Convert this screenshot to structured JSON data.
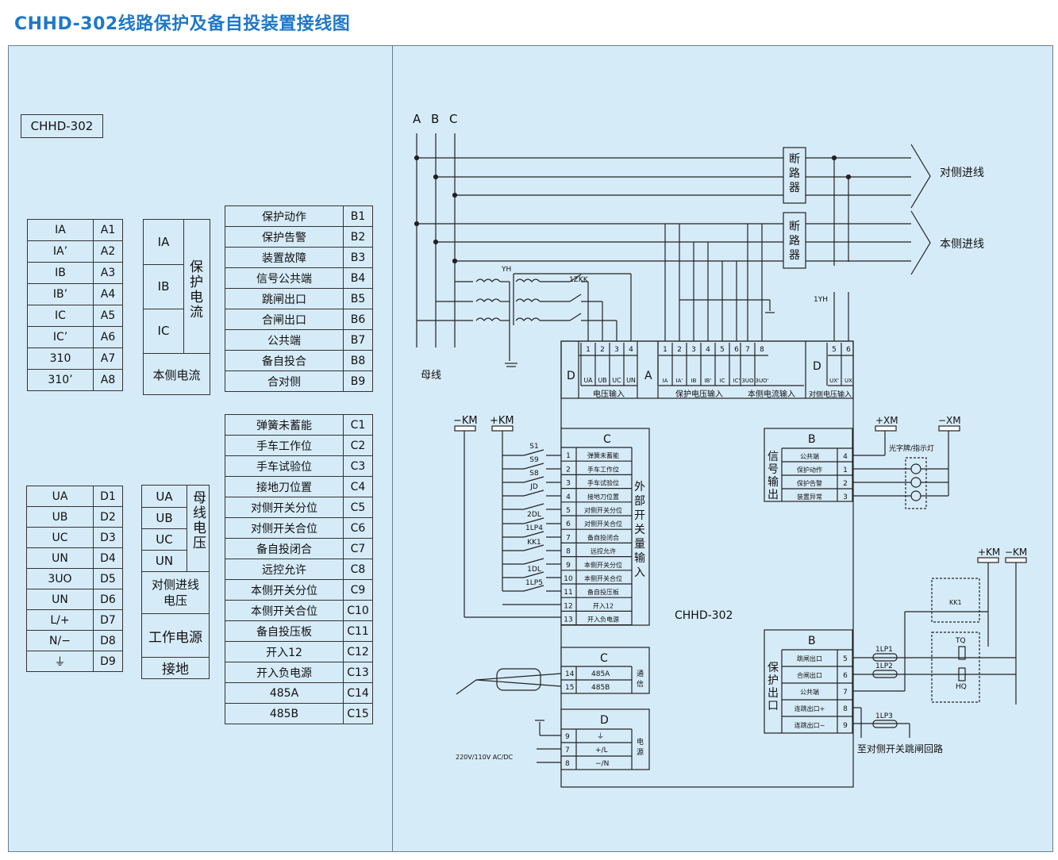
{
  "title": "CHHD-302线路保护及备自投装置接线图",
  "device_label": "CHHD-302",
  "current_table": {
    "rows": [
      {
        "name": "IA",
        "pin": "A1"
      },
      {
        "name": "IA’",
        "pin": "A2"
      },
      {
        "name": "IB",
        "pin": "A3"
      },
      {
        "name": "IB’",
        "pin": "A4"
      },
      {
        "name": "IC",
        "pin": "A5"
      },
      {
        "name": "IC’",
        "pin": "A6"
      },
      {
        "name": "310",
        "pin": "A7"
      },
      {
        "name": "310’",
        "pin": "A8"
      }
    ]
  },
  "current_groups": {
    "labels": [
      "IA",
      "IB",
      "IC"
    ],
    "side_label": "保护电流",
    "footer": "本侧电流"
  },
  "b_table": {
    "rows": [
      {
        "name": "保护动作",
        "pin": "B1"
      },
      {
        "name": "保护告警",
        "pin": "B2"
      },
      {
        "name": "装置故障",
        "pin": "B3"
      },
      {
        "name": "信号公共端",
        "pin": "B4"
      },
      {
        "name": "跳闸出口",
        "pin": "B5"
      },
      {
        "name": "合闸出口",
        "pin": "B6"
      },
      {
        "name": "公共端",
        "pin": "B7"
      },
      {
        "name": "备自投合",
        "pin": "B8"
      },
      {
        "name": "合对侧",
        "pin": "B9"
      }
    ]
  },
  "c_table": {
    "rows": [
      {
        "name": "弹簧未蓄能",
        "pin": "C1"
      },
      {
        "name": "手车工作位",
        "pin": "C2"
      },
      {
        "name": "手车试验位",
        "pin": "C3"
      },
      {
        "name": "接地刀位置",
        "pin": "C4"
      },
      {
        "name": "对侧开关分位",
        "pin": "C5"
      },
      {
        "name": "对侧开关合位",
        "pin": "C6"
      },
      {
        "name": "备自投闭合",
        "pin": "C7"
      },
      {
        "name": "远控允许",
        "pin": "C8"
      },
      {
        "name": "本侧开关分位",
        "pin": "C9"
      },
      {
        "name": "本侧开关合位",
        "pin": "C10"
      },
      {
        "name": "备自投压板",
        "pin": "C11"
      },
      {
        "name": "开入12",
        "pin": "C12"
      },
      {
        "name": "开入负电源",
        "pin": "C13"
      },
      {
        "name": "485A",
        "pin": "C14"
      },
      {
        "name": "485B",
        "pin": "C15"
      }
    ]
  },
  "d_table": {
    "rows": [
      {
        "name": "UA",
        "pin": "D1"
      },
      {
        "name": "UB",
        "pin": "D2"
      },
      {
        "name": "UC",
        "pin": "D3"
      },
      {
        "name": "UN",
        "pin": "D4"
      },
      {
        "name": "3UO",
        "pin": "D5"
      },
      {
        "name": "UN",
        "pin": "D6"
      },
      {
        "name": "L/+",
        "pin": "D7"
      },
      {
        "name": "N/−",
        "pin": "D8"
      },
      {
        "name": "⏚",
        "pin": "D9"
      }
    ]
  },
  "d_groups": {
    "bus_labels": [
      "UA",
      "UB",
      "UC",
      "UN"
    ],
    "bus_side": "母线电压",
    "opp_voltage": "对侧进线电压",
    "power": "工作电源",
    "ground": "接地"
  },
  "schematic": {
    "phases": [
      "A",
      "B",
      "C"
    ],
    "breaker": "断路器",
    "opp_line": "对侧进线",
    "this_line": "本侧进线",
    "bus": "母线",
    "yh": "YH",
    "zkk": "1ZKK",
    "yh1": "1YH",
    "term_d1": "D",
    "term_a": "A",
    "term_d2": "D",
    "volt_input": "电压输入",
    "prot_input": "保护电压输入",
    "this_current": "本侧电流输入",
    "opp_volt_input": "对侧电压输入",
    "volt_pins": [
      "1",
      "2",
      "3",
      "4"
    ],
    "volt_names": [
      "UA",
      "UB",
      "UC",
      "UN"
    ],
    "a_pins": [
      "1",
      "2",
      "3",
      "4",
      "5",
      "6",
      "7",
      "8"
    ],
    "a_names": [
      "IA",
      "IA'",
      "IB",
      "IB'",
      "IC",
      "IC'",
      "3UO",
      "3UO'"
    ],
    "d2_pins": [
      "5",
      "6"
    ],
    "d2_names": [
      "UX'",
      "UX"
    ],
    "km_minus": "−KM",
    "km_plus": "+KM",
    "c_block_title": "C",
    "c_side": "外部开关量输入",
    "c_rows": [
      {
        "pin": "1",
        "name": "弹簧未蓄能"
      },
      {
        "pin": "2",
        "name": "手车工作位"
      },
      {
        "pin": "3",
        "name": "手车试验位"
      },
      {
        "pin": "4",
        "name": "接地刀位置"
      },
      {
        "pin": "5",
        "name": "对侧开关分位"
      },
      {
        "pin": "6",
        "name": "对侧开关合位"
      },
      {
        "pin": "7",
        "name": "备自投闭合"
      },
      {
        "pin": "8",
        "name": "远控允许"
      },
      {
        "pin": "9",
        "name": "本侧开关分位"
      },
      {
        "pin": "10",
        "name": "本侧开关合位"
      },
      {
        "pin": "11",
        "name": "备自投压板"
      },
      {
        "pin": "12",
        "name": "开入12"
      },
      {
        "pin": "13",
        "name": "开入负电源"
      }
    ],
    "switch_labels": [
      "S1",
      "S9",
      "S8",
      "JD",
      "2DL",
      "1LP4",
      "KK1",
      "1DL",
      "1LP5"
    ],
    "device": "CHHD-302",
    "comm_title": "C",
    "comm_side": "通信",
    "comm_rows": [
      {
        "pin": "14",
        "name": "485A"
      },
      {
        "pin": "15",
        "name": "485B"
      }
    ],
    "power_title": "D",
    "power_side": "电源",
    "power_rows": [
      {
        "pin": "9",
        "name": "⏚"
      },
      {
        "pin": "7",
        "name": "+/L"
      },
      {
        "pin": "8",
        "name": "−/N"
      }
    ],
    "power_supply": "220V/110V AC/DC",
    "signal_title": "B",
    "signal_side": "信号输出",
    "signal_rows": [
      {
        "name": "公共端",
        "pin": "4"
      },
      {
        "name": "保护动作",
        "pin": "1"
      },
      {
        "name": "保护告警",
        "pin": "2"
      },
      {
        "name": "装置异常",
        "pin": "3"
      }
    ],
    "xm_plus": "+XM",
    "xm_minus": "−XM",
    "lamp_label": "光字牌/指示灯",
    "prot_title": "B",
    "prot_side": "保护出口",
    "prot_rows": [
      {
        "name": "跳闸出口",
        "pin": "5"
      },
      {
        "name": "合闸出口",
        "pin": "6"
      },
      {
        "name": "公共端",
        "pin": "7"
      },
      {
        "name": "连跳出口+",
        "pin": "8"
      },
      {
        "name": "连跳出口−",
        "pin": "9"
      }
    ],
    "lp_labels": [
      "1LP1",
      "1LP2",
      "1LP3"
    ],
    "km_plus2": "+KM",
    "km_minus2": "−KM",
    "kk1": "KK1",
    "tq": "TQ",
    "hq": "HQ",
    "remote_trip": "至对侧开关跳闸回路"
  }
}
